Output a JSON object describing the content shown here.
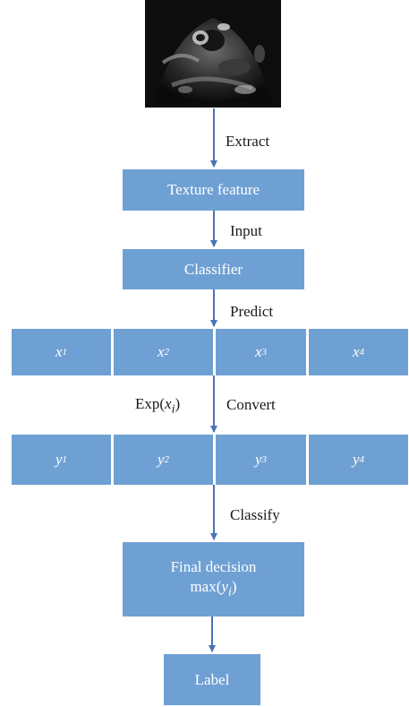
{
  "image_alt": "ultrasound image",
  "labels": {
    "extract": "Extract",
    "input": "Input",
    "predict": "Predict",
    "exp_prefix": "Exp(",
    "exp_var": "x",
    "exp_sub": "i",
    "exp_suffix": ")",
    "convert": "Convert",
    "classify": "Classify"
  },
  "boxes": {
    "texture_feature": "Texture feature",
    "classifier": "Classifier",
    "final_decision_line1": "Final decision",
    "max_prefix": "max(",
    "max_var": "y",
    "max_sub": "i",
    "max_suffix": ")",
    "label": "Label"
  },
  "x_cells": [
    {
      "var": "x",
      "sub": "1"
    },
    {
      "var": "x",
      "sub": "2"
    },
    {
      "var": "x",
      "sub": "3"
    },
    {
      "var": "x",
      "sub": "4"
    }
  ],
  "y_cells": [
    {
      "var": "y",
      "sub": "1"
    },
    {
      "var": "y",
      "sub": "2"
    },
    {
      "var": "y",
      "sub": "3"
    },
    {
      "var": "y",
      "sub": "4"
    }
  ],
  "colors": {
    "box_fill": "#6fa0d3",
    "arrow": "#4a72b8",
    "text": "#1a1a1a"
  }
}
